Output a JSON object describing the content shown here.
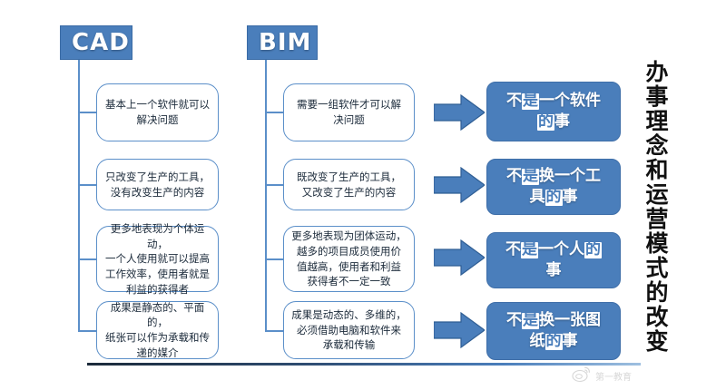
{
  "meta": {
    "colors": {
      "brand_blue": "#4a7ebb",
      "line_blue": "#5b8fc9",
      "arrow_blue": "#4a7ebb",
      "text_dark": "#1b2a3a",
      "white": "#ffffff"
    }
  },
  "headers": {
    "cad": "CAD",
    "bim": "BIM"
  },
  "cad_items": [
    {
      "lines": [
        "基本上一个软件就可以",
        "解决问题"
      ]
    },
    {
      "lines": [
        "只改变了生产的工具，",
        "没有改变生产的内容"
      ]
    },
    {
      "lines": [
        "更多地表现为个体运动，",
        "一个人使用就可以提高",
        "工作效率，使用者就是",
        "利益的获得者"
      ]
    },
    {
      "lines": [
        "成果是静态的、平面的，",
        "纸张可以作为承载和传",
        "递的媒介"
      ]
    }
  ],
  "bim_items": [
    {
      "lines": [
        "需要一组软件才可以解",
        "决问题"
      ]
    },
    {
      "lines": [
        "既改变了生产的工具，",
        "又改变了生产的内容"
      ]
    },
    {
      "lines": [
        "更多地表现为团体运动，",
        "越多的项目成员使用价",
        "值越高，使用者和利益",
        "获得者不一定一致"
      ]
    },
    {
      "lines": [
        "成果是动态的、多维的，",
        "必须借助电脑和软件来",
        "承载和传输"
      ]
    }
  ],
  "conclusions": [
    {
      "full": "不是一个软件的事",
      "line1_a": "不",
      "line1_tofu": "是",
      "line1_b": "一个软件",
      "line2_tofu": "的",
      "line2_b": "事"
    },
    {
      "full": "不是换一个工具的事",
      "line1_a": "不",
      "line1_tofu": "是",
      "line1_b": "换一个工",
      "line2_a": "具",
      "line2_tofu": "的",
      "line2_b": "事"
    },
    {
      "full": "不是一个人的事",
      "line1_a": "不",
      "line1_tofu": "是",
      "line1_b": "一个人",
      "line1_tofu2": "的",
      "line2_b": "事"
    },
    {
      "full": "不是换一张图纸的事",
      "line1_a": "不",
      "line1_tofu": "是",
      "line1_b": "换一张图",
      "line2_a": "纸",
      "line2_tofu": "的",
      "line2_b": "事"
    }
  ],
  "vertical_title": "办事理念和运营模式的改变",
  "watermark": {
    "text": "第一教育",
    "icon": "weibo-icon"
  },
  "arrows": {
    "label": "leads-to-arrow",
    "count": 4
  }
}
